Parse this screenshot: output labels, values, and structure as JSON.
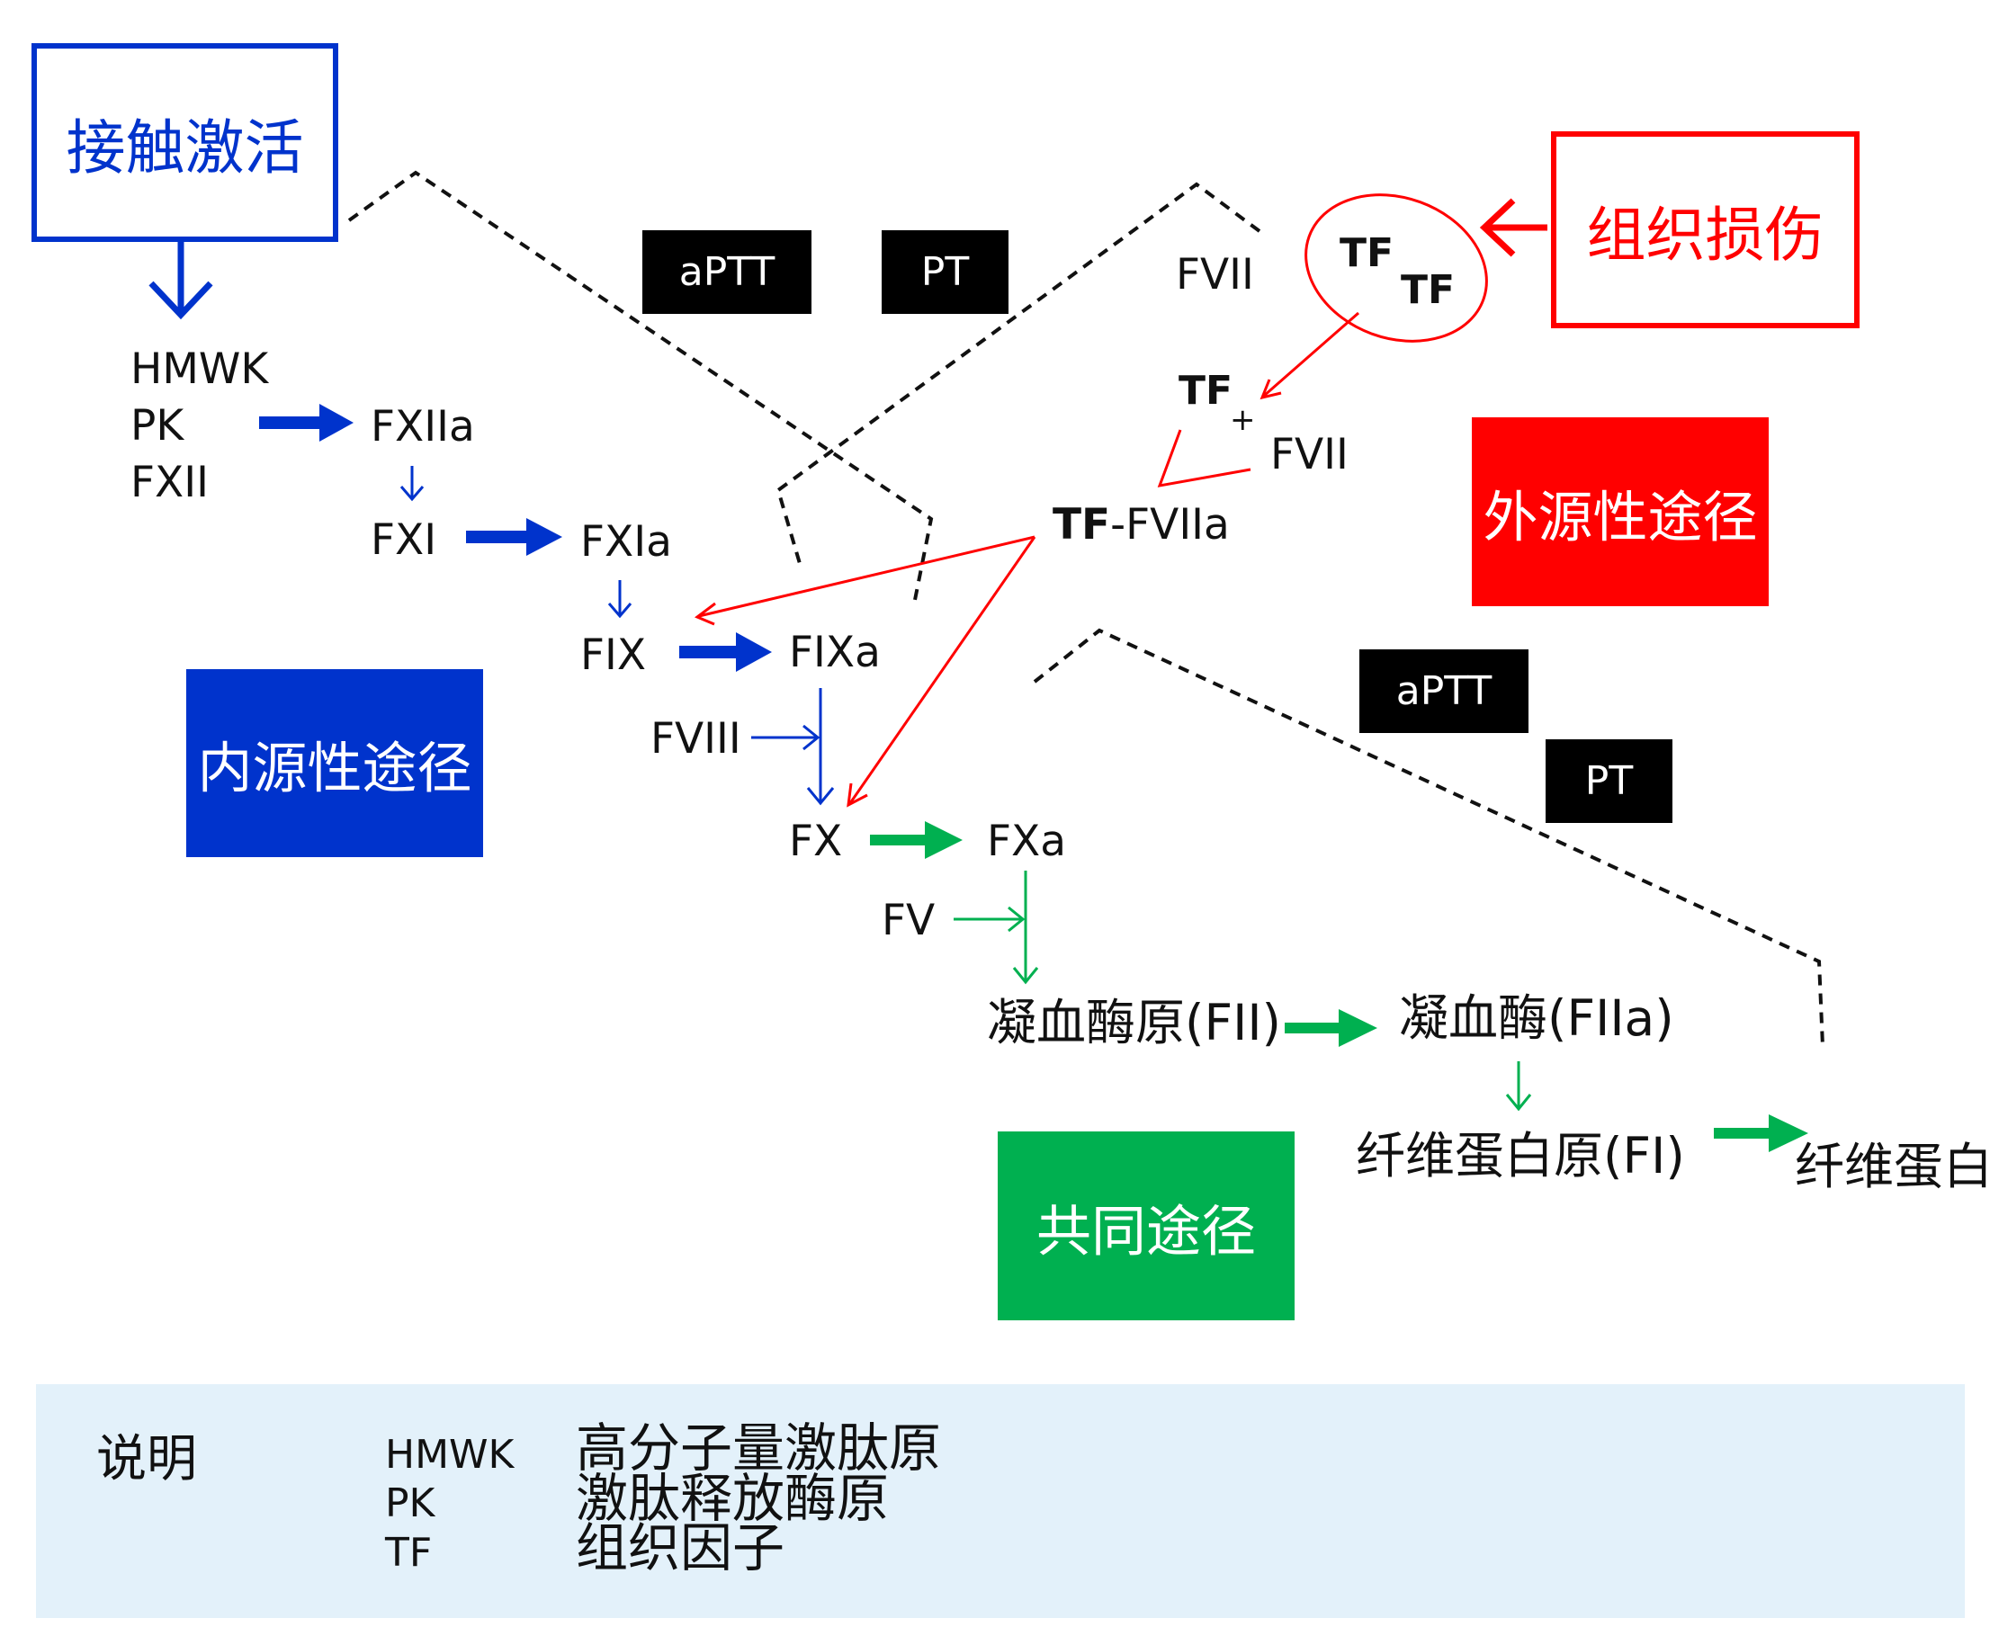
{
  "boxes": {
    "contact_activation": "接触激活",
    "tissue_injury": "组织损伤",
    "intrinsic_pathway": "内源性途径",
    "extrinsic_pathway": "外源性途径",
    "common_pathway": "共同途径"
  },
  "test_labels": {
    "aptt_top": "aPTT",
    "pt_top": "PT",
    "aptt_right": "aPTT",
    "pt_right": "PT"
  },
  "intrinsic": {
    "hmwk": "HMWK",
    "pk": "PK",
    "fxii": "FXII",
    "fxiia": "FXIIa",
    "fxi": "FXI",
    "fxia": "FXIa",
    "fix": "FIX",
    "fixa": "FIXa",
    "fviii": "FVIII"
  },
  "extrinsic": {
    "fvii_top": "FVII",
    "tf1": "TF",
    "tf2": "TF",
    "tf3": "TF",
    "plus": "+",
    "fvii_mid": "FVII",
    "tf4": "TF",
    "fviia": "-FVIIa"
  },
  "common": {
    "fx": "FX",
    "fxa": "FXa",
    "fv": "FV",
    "prothrombin": "凝血酶原(FII)",
    "thrombin": "凝血酶(FIIa)",
    "fibrinogen": "纤维蛋白原(FI)",
    "fibrin": "纤维蛋白"
  },
  "legend": {
    "title": "说明",
    "rows": [
      {
        "abbr": "HMWK",
        "desc": "高分子量激肽原"
      },
      {
        "abbr": "PK",
        "desc": "激肽释放酶原"
      },
      {
        "abbr": "TF",
        "desc": "组织因子"
      }
    ]
  },
  "colors": {
    "blue": "#0033cc",
    "red": "#ff0000",
    "green": "#00b050",
    "black": "#000000",
    "legend_bg": "#e3f1fa"
  }
}
